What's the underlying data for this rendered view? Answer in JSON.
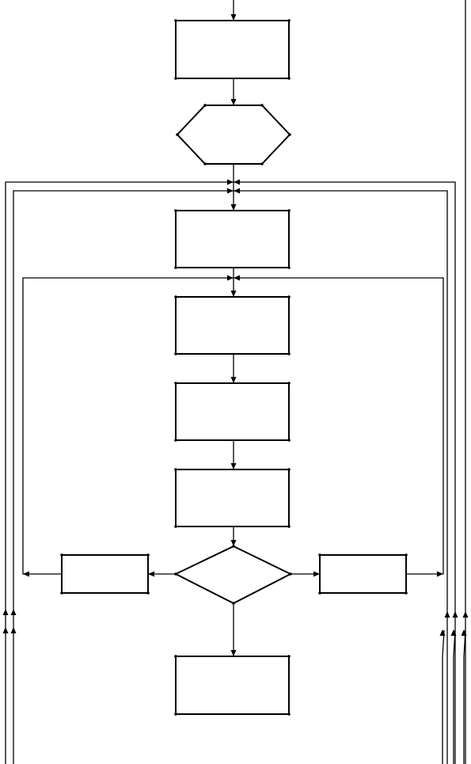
{
  "diagram": {
    "type": "flowchart",
    "nodes": [
      {
        "id": "process-1",
        "shape": "rectangle",
        "label": ""
      },
      {
        "id": "preparation",
        "shape": "hexagon",
        "label": ""
      },
      {
        "id": "process-2",
        "shape": "rectangle",
        "label": ""
      },
      {
        "id": "process-3",
        "shape": "rectangle",
        "label": ""
      },
      {
        "id": "process-4",
        "shape": "rectangle",
        "label": ""
      },
      {
        "id": "process-5",
        "shape": "rectangle",
        "label": ""
      },
      {
        "id": "decision",
        "shape": "diamond",
        "label": ""
      },
      {
        "id": "left-branch",
        "shape": "rectangle",
        "label": ""
      },
      {
        "id": "right-branch",
        "shape": "rectangle",
        "label": ""
      },
      {
        "id": "process-final",
        "shape": "rectangle",
        "label": ""
      }
    ],
    "edges": [
      {
        "from": "entry",
        "to": "process-1"
      },
      {
        "from": "process-1",
        "to": "preparation"
      },
      {
        "from": "preparation",
        "to": "process-2"
      },
      {
        "from": "process-2",
        "to": "process-3"
      },
      {
        "from": "process-3",
        "to": "process-4"
      },
      {
        "from": "process-4",
        "to": "process-5"
      },
      {
        "from": "process-5",
        "to": "decision"
      },
      {
        "from": "decision",
        "to": "left-branch"
      },
      {
        "from": "decision",
        "to": "right-branch"
      },
      {
        "from": "decision",
        "to": "process-final"
      },
      {
        "from": "left-branch",
        "to": "process-3"
      },
      {
        "from": "right-branch",
        "to": "process-3"
      },
      {
        "from": "external-left",
        "to": "process-2"
      },
      {
        "from": "external-right",
        "to": "process-2"
      }
    ]
  }
}
